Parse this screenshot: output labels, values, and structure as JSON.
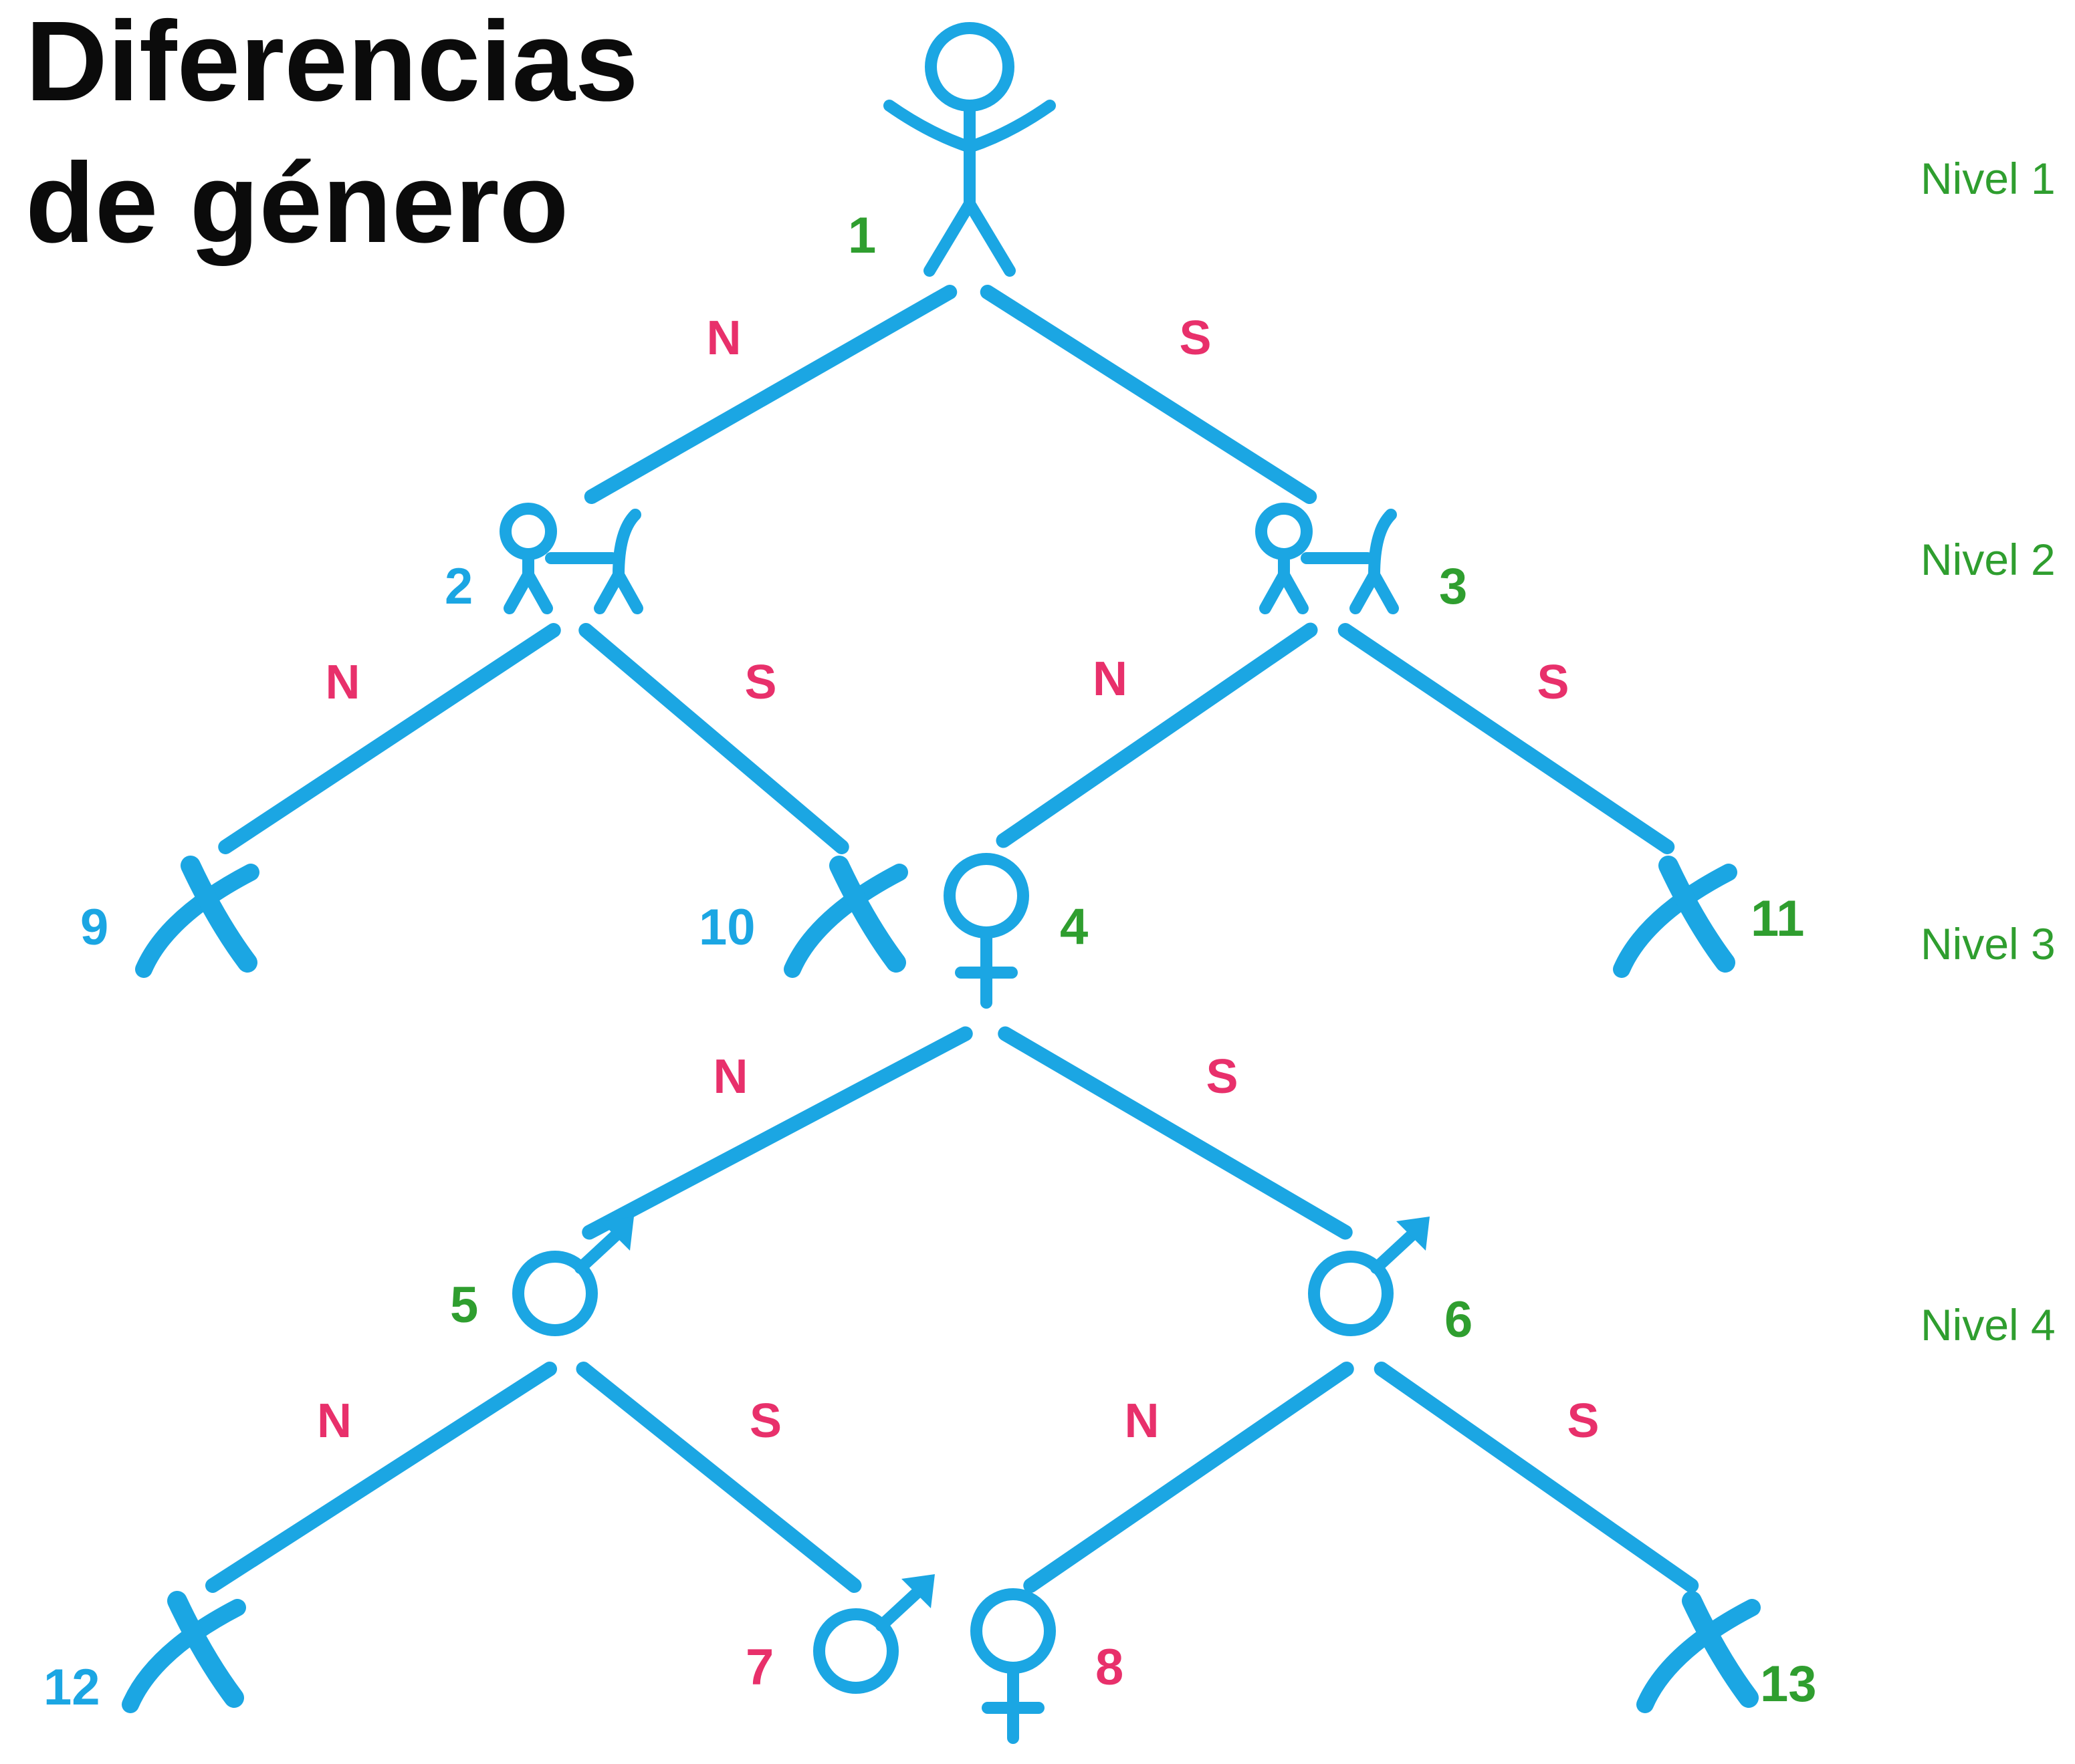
{
  "title": {
    "line1": "Diferencias",
    "line2": "de género"
  },
  "colors": {
    "symbol": "#1ba6e3",
    "edge_label": "#e8306b",
    "node_number_green": "#2f9e2f",
    "node_number_blue": "#1ba6e3",
    "node_number_pink": "#e8306b",
    "level": "#2f9e2f",
    "title": "#0b0b0b"
  },
  "levels": [
    "Nivel 1",
    "Nivel 2",
    "Nivel 3",
    "Nivel 4"
  ],
  "nodes": [
    {
      "id": "1",
      "label": "1",
      "symbol": "person",
      "number_color": "green"
    },
    {
      "id": "2",
      "label": "2",
      "symbol": "pair",
      "number_color": "blue"
    },
    {
      "id": "3",
      "label": "3",
      "symbol": "pair",
      "number_color": "green"
    },
    {
      "id": "4",
      "label": "4",
      "symbol": "female",
      "number_color": "green"
    },
    {
      "id": "5",
      "label": "5",
      "symbol": "male",
      "number_color": "green"
    },
    {
      "id": "6",
      "label": "6",
      "symbol": "male",
      "number_color": "green"
    },
    {
      "id": "7",
      "label": "7",
      "symbol": "male",
      "number_color": "pink"
    },
    {
      "id": "8",
      "label": "8",
      "symbol": "female",
      "number_color": "pink"
    },
    {
      "id": "9",
      "label": "9",
      "symbol": "cross",
      "number_color": "blue"
    },
    {
      "id": "10",
      "label": "10",
      "symbol": "cross",
      "number_color": "blue"
    },
    {
      "id": "11",
      "label": "11",
      "symbol": "cross",
      "number_color": "green"
    },
    {
      "id": "12",
      "label": "12",
      "symbol": "cross",
      "number_color": "blue"
    },
    {
      "id": "13",
      "label": "13",
      "symbol": "cross",
      "number_color": "green"
    }
  ],
  "edges": [
    {
      "from": "1",
      "to": "2",
      "label": "N"
    },
    {
      "from": "1",
      "to": "3",
      "label": "S"
    },
    {
      "from": "2",
      "to": "9",
      "label": "N"
    },
    {
      "from": "2",
      "to": "10",
      "label": "S"
    },
    {
      "from": "3",
      "to": "4",
      "label": "N"
    },
    {
      "from": "3",
      "to": "11",
      "label": "S"
    },
    {
      "from": "4",
      "to": "5",
      "label": "N"
    },
    {
      "from": "4",
      "to": "6",
      "label": "S"
    },
    {
      "from": "5",
      "to": "12",
      "label": "N"
    },
    {
      "from": "5",
      "to": "7",
      "label": "S"
    },
    {
      "from": "6",
      "to": "8",
      "label": "N"
    },
    {
      "from": "6",
      "to": "13",
      "label": "S"
    }
  ]
}
